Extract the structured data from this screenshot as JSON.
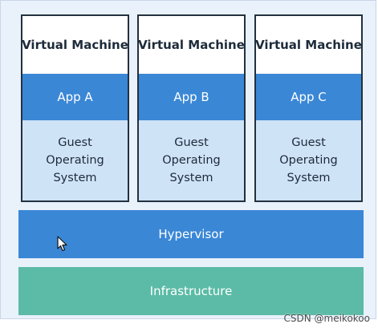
{
  "virtual_machines": [
    {
      "title": "Virtual Machine",
      "app": "App A",
      "os": "Guest\nOperating\nSystem"
    },
    {
      "title": "Virtual Machine",
      "app": "App B",
      "os": "Guest\nOperating\nSystem"
    },
    {
      "title": "Virtual Machine",
      "app": "App C",
      "os": "Guest\nOperating\nSystem"
    }
  ],
  "hypervisor": {
    "label": "Hypervisor"
  },
  "infrastructure": {
    "label": "Infrastructure"
  },
  "watermark": "CSDN @meikokoo",
  "colors": {
    "background": "#e9f1fb",
    "app_blue": "#3a87d6",
    "os_light_blue": "#cfe3f7",
    "infrastructure_green": "#5bbba6",
    "vm_border": "#22313f"
  },
  "icons": {
    "cursor": "arrow-cursor-icon"
  }
}
